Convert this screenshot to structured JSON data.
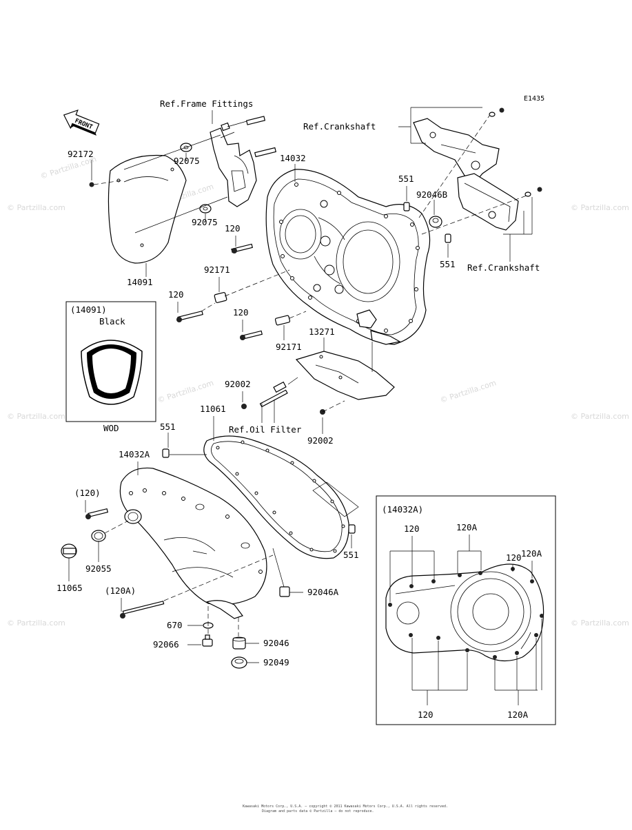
{
  "diagram": {
    "code": "E1435",
    "front_label": "FRONT",
    "footer_lines": [
      "Kawasaki Motors Corp., U.S.A. — copyright © 2011 Kawasaki Motors Corp., U.S.A. All rights reserved.",
      "Diagram and parts data © Partzilla — do not reproduce."
    ],
    "watermark": "© Partzilla.com",
    "refs": {
      "frame_fittings": "Ref.Frame Fittings",
      "crankshaft_top": "Ref.Crankshaft",
      "crankshaft_right": "Ref.Crankshaft",
      "oil_filter": "Ref.Oil Filter"
    },
    "labels": {
      "p92172": "92172",
      "p92075_a": "92075",
      "p92075_b": "92075",
      "p14091": "14091",
      "p14032": "14032",
      "p551_top": "551",
      "p92046B": "92046B",
      "p551_right": "551",
      "p120_a": "120",
      "p120_b": "120",
      "p120_c": "120",
      "p92171_a": "92171",
      "p92171_b": "92171",
      "p13271": "13271",
      "p92002_a": "92002",
      "p92002_b": "92002",
      "p11061": "11061",
      "p551_left": "551",
      "p14032A": "14032A",
      "p120_paren": "(120)",
      "p92055": "92055",
      "p11065": "11065",
      "p551_gasket": "551",
      "p92046A": "92046A",
      "p120A_paren": "(120A)",
      "p670": "670",
      "p92066": "92066",
      "p92046": "92046",
      "p92049": "92049"
    },
    "inset_black": {
      "title": "(14091)",
      "color": "Black",
      "code": "WOD"
    },
    "inset_cover": {
      "title": "(14032A)",
      "labels": [
        "120",
        "120A",
        "120",
        "120A",
        "120",
        "120A"
      ]
    }
  }
}
